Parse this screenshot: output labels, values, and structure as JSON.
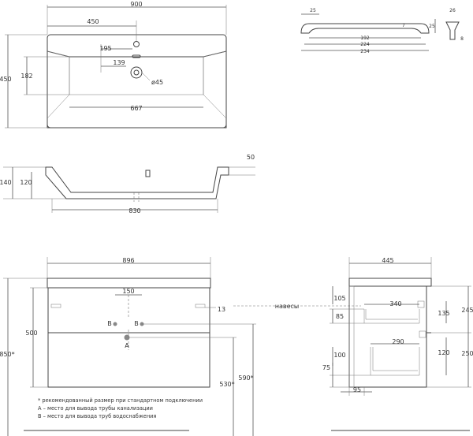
{
  "basin_top": {
    "width_total": "900",
    "half_width": "450",
    "faucet_offset": "195",
    "drain_depth": "139",
    "drain_dia": "ø45",
    "inner_width": "667",
    "height_total": "450",
    "inner_height": "182"
  },
  "handle": {
    "d_25_left": "25",
    "d_192": "192",
    "d_224": "224",
    "d_234": "234",
    "d_7": "7",
    "d_25_right": "25",
    "d_26": "26",
    "d_8": "8"
  },
  "basin_side": {
    "d_50": "50",
    "d_140": "140",
    "d_120": "120",
    "d_830": "830"
  },
  "cabinet_front": {
    "width": "896",
    "d_150": "150",
    "d_13": "13",
    "hinges_label": "навесы",
    "height_500": "500",
    "height_850": "850*",
    "height_530": "530*",
    "height_590": "590*",
    "point_b1": "B",
    "point_b2": "B",
    "point_a": "A"
  },
  "cabinet_side": {
    "depth": "445",
    "d_105": "105",
    "d_85": "85",
    "d_340": "340",
    "d_135": "135",
    "d_245": "245",
    "d_290": "290",
    "d_100": "100",
    "d_120": "120",
    "d_75": "75",
    "d_250": "250",
    "d_95": "95"
  },
  "notes": {
    "note1": "* рекомендованный размер при стандартном подключении",
    "note2": "А – место для вывода трубы канализации",
    "note3": "В – место для вывода труб водоснабжения"
  }
}
